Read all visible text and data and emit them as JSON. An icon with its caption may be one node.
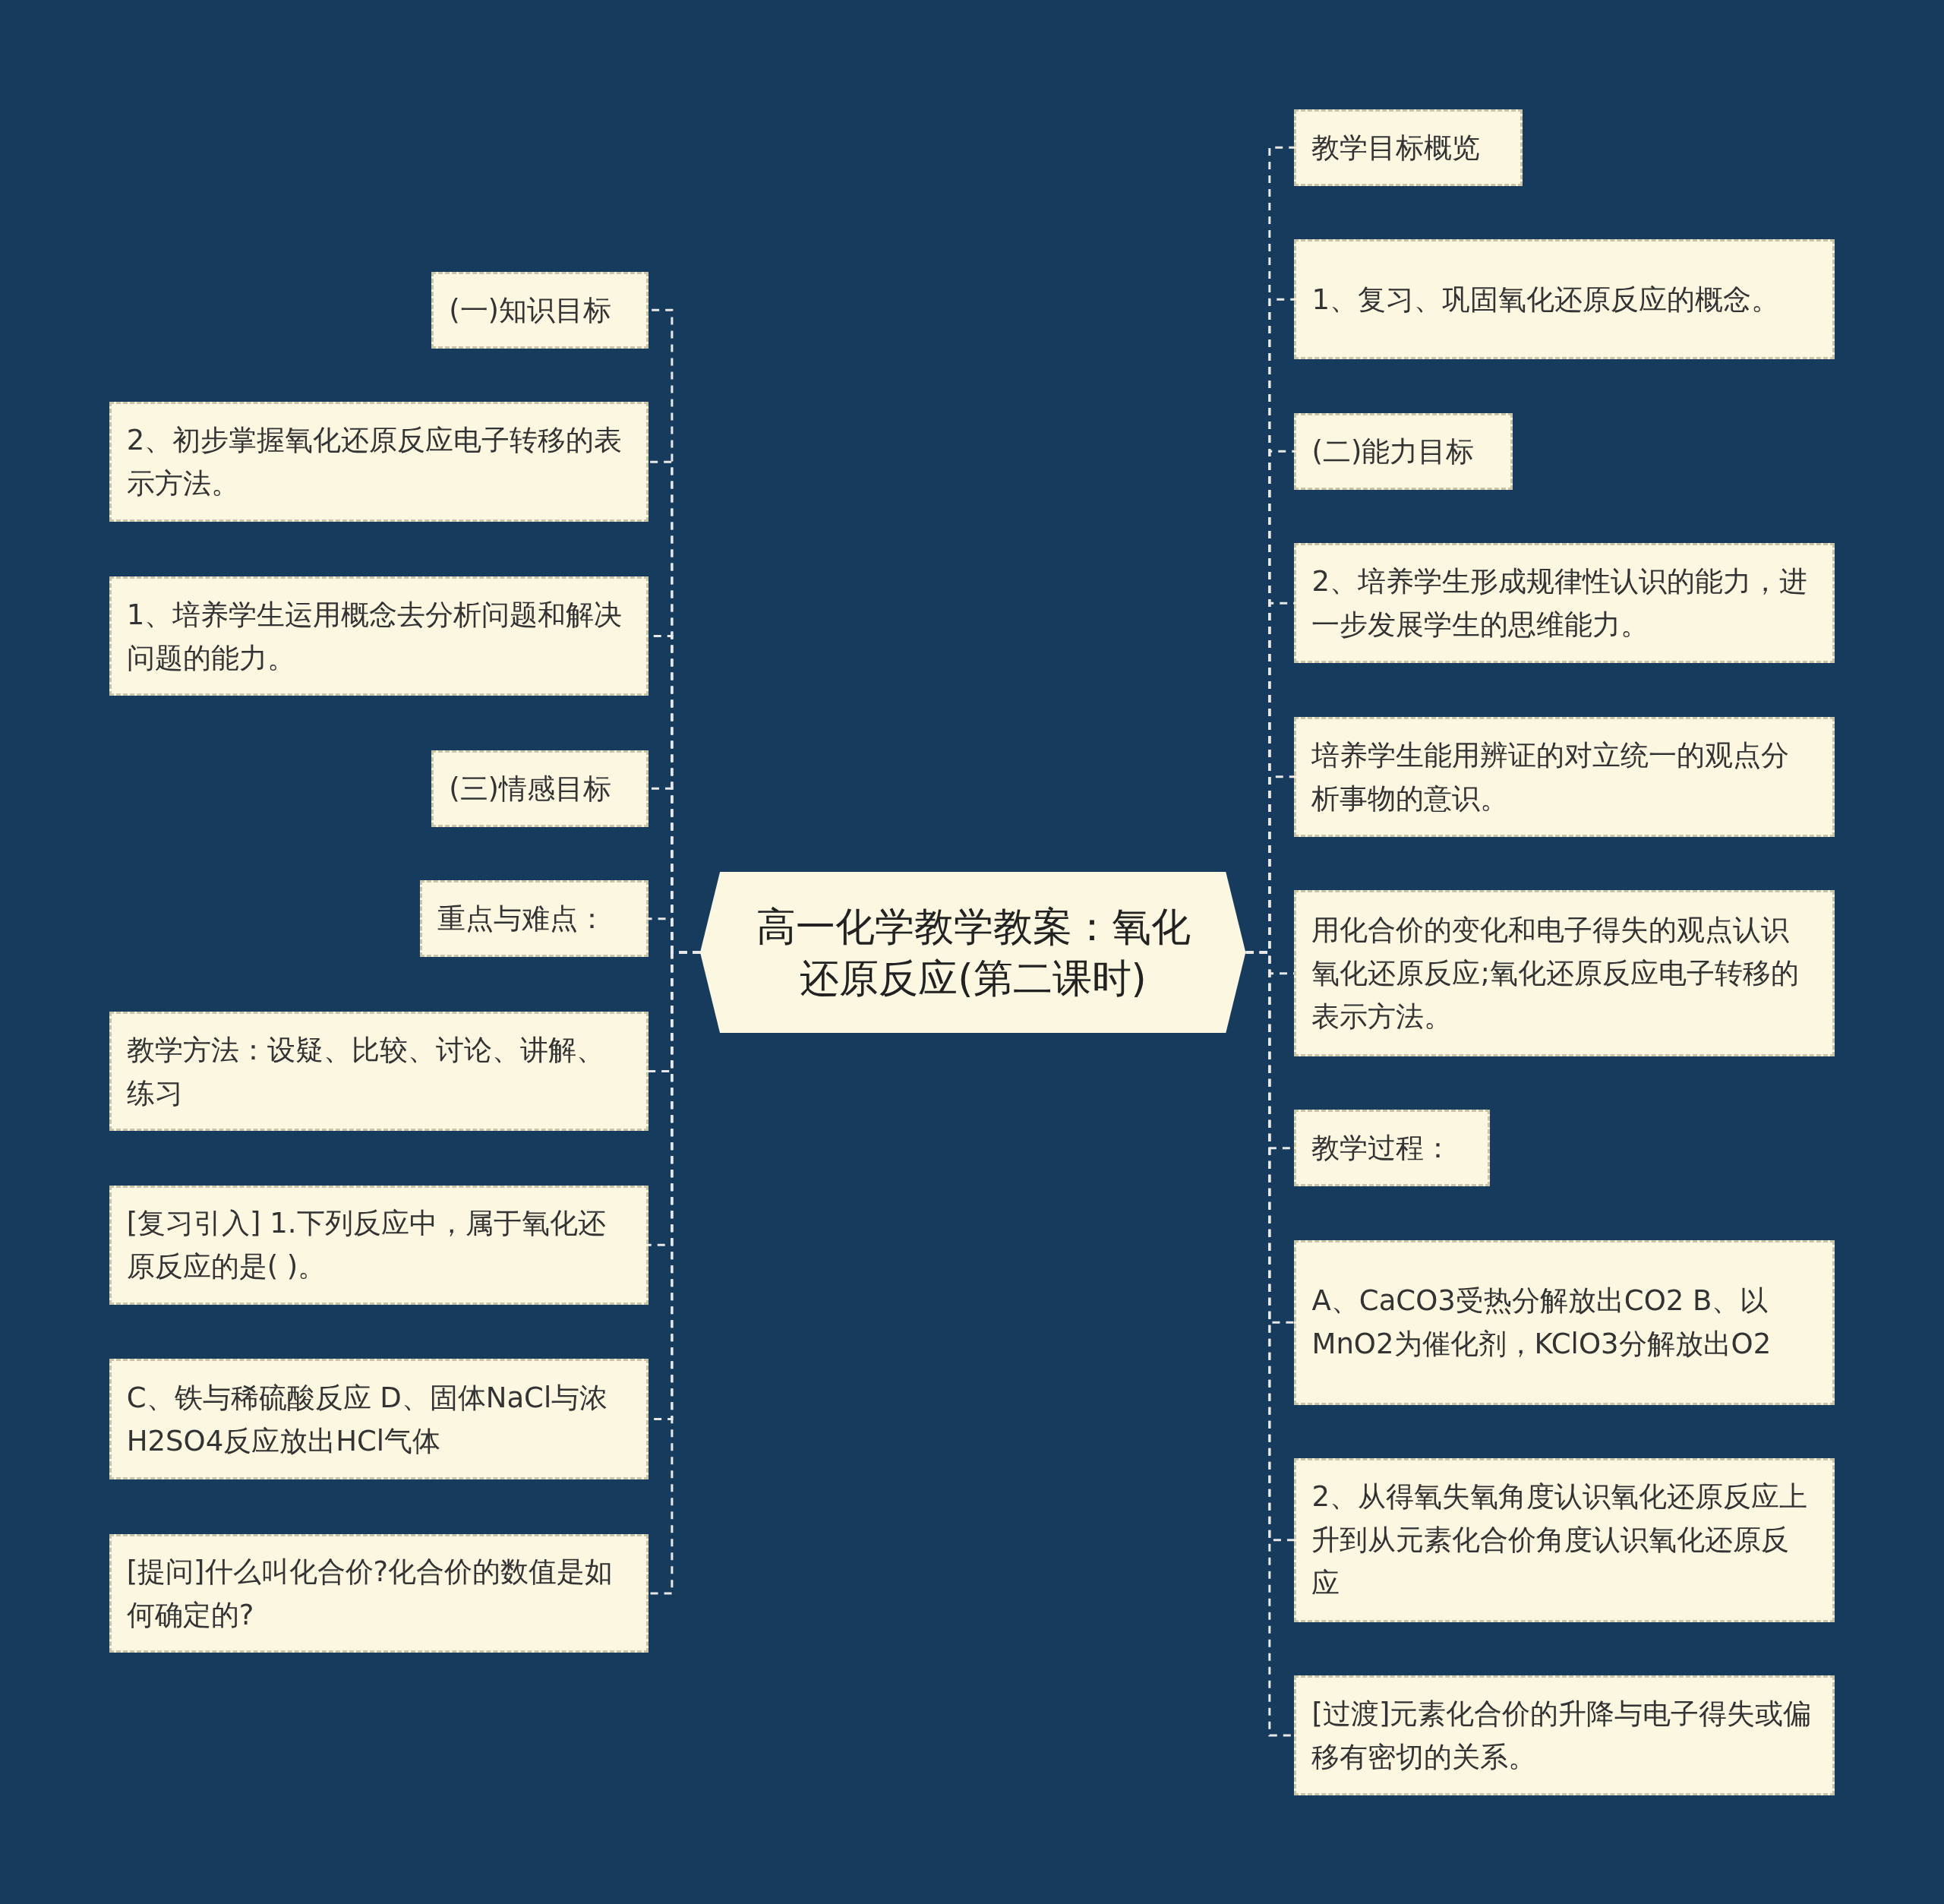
{
  "diagram": {
    "nodes": [
      {
        "text": [
          "高一化学教学教案：氧化还原反应(第二课时)"
        ]
      },
      {
        "text": [
          "(一)知识目标"
        ]
      },
      {
        "text": [
          "2、初步掌握氧化还原反应电子转移的表示方法。"
        ]
      },
      {
        "text": [
          "1、培养学生运用概念去分析问题和解决问题的能力。"
        ]
      },
      {
        "text": [
          "(三)情感目标"
        ]
      },
      {
        "text": [
          "重点与难点："
        ]
      },
      {
        "text": [
          "教学方法：设疑、比较、讨论、讲解、练习"
        ]
      },
      {
        "text": [
          "[复习引入] 1.下列反应中，属于氧化还原反应的是( )。"
        ]
      },
      {
        "text": [
          "C、铁与稀硫酸反应 D、固体NaCl与浓H2SO4反应放出HCl气体"
        ]
      },
      {
        "text": [
          "[提问]什么叫化合价?化合价的数值是如何确定的?"
        ]
      },
      {
        "text": [
          "教学目标概览"
        ]
      },
      {
        "text": [
          "1、复习、巩固氧化还原反应的概念。"
        ]
      },
      {
        "text": [
          "(二)能力目标"
        ]
      },
      {
        "text": [
          "2、培养学生形成规律性认识的能力，进一步发展学生的思维能力。"
        ]
      },
      {
        "text": [
          "培养学生能用辨证的对立统一的观点分析事物的意识。"
        ]
      },
      {
        "text": [
          "用化合价的变化和电子得失的观点认识氧化还原反应;氧化还原反应电子转移的表示方法。"
        ]
      },
      {
        "text": [
          "教学过程："
        ]
      },
      {
        "text": [
          "A、CaCO3受热分解放出CO2 B、以MnO2为催化剂，KClO3分解放出O2"
        ]
      },
      {
        "text": [
          "2、从得氧失氧角度认识氧化还原反应上升到从元素化合价角度认识氧化还原反应"
        ]
      },
      {
        "text": [
          "[过渡]元素化合价的升降与电子得失或偏移有密切的关系。"
        ]
      }
    ],
    "edges": [
      {
        "from": 0,
        "to": 1,
        "arrow": "none",
        "style": "dashed"
      },
      {
        "from": 0,
        "to": 2,
        "arrow": "none",
        "style": "dashed"
      },
      {
        "from": 0,
        "to": 3,
        "arrow": "none",
        "style": "dashed"
      },
      {
        "from": 0,
        "to": 4,
        "arrow": "none",
        "style": "dashed"
      },
      {
        "from": 0,
        "to": 5,
        "arrow": "none",
        "style": "dashed"
      },
      {
        "from": 0,
        "to": 6,
        "arrow": "none",
        "style": "dashed"
      },
      {
        "from": 0,
        "to": 7,
        "arrow": "none",
        "style": "dashed"
      },
      {
        "from": 0,
        "to": 8,
        "arrow": "none",
        "style": "dashed"
      },
      {
        "from": 0,
        "to": 9,
        "arrow": "none",
        "style": "dashed"
      },
      {
        "from": 0,
        "to": 10,
        "arrow": "none",
        "style": "dashed"
      },
      {
        "from": 0,
        "to": 11,
        "arrow": "none",
        "style": "dashed"
      },
      {
        "from": 0,
        "to": 12,
        "arrow": "none",
        "style": "dashed"
      },
      {
        "from": 0,
        "to": 13,
        "arrow": "none",
        "style": "dashed"
      },
      {
        "from": 0,
        "to": 14,
        "arrow": "none",
        "style": "dashed"
      },
      {
        "from": 0,
        "to": 15,
        "arrow": "none",
        "style": "dashed"
      },
      {
        "from": 0,
        "to": 16,
        "arrow": "none",
        "style": "dashed"
      },
      {
        "from": 0,
        "to": 17,
        "arrow": "none",
        "style": "dashed"
      },
      {
        "from": 0,
        "to": 18,
        "arrow": "none",
        "style": "dashed"
      },
      {
        "from": 0,
        "to": 19,
        "arrow": "none",
        "style": "dashed"
      }
    ]
  }
}
